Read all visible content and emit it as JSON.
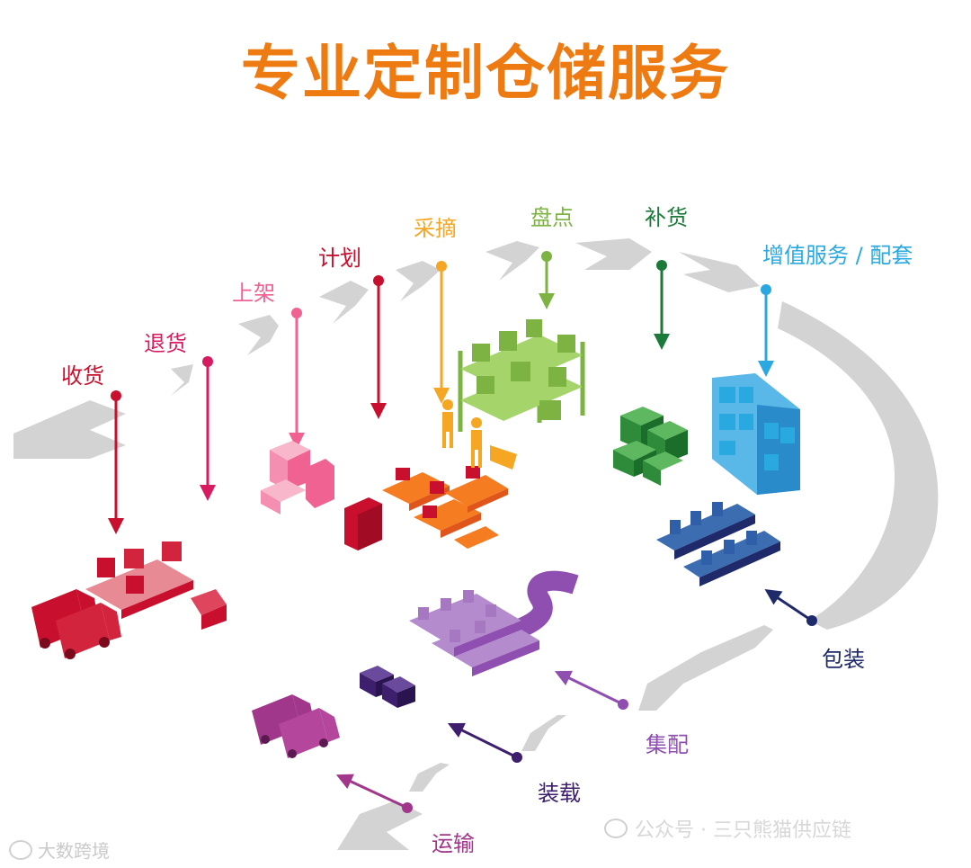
{
  "title": "专业定制仓储服务",
  "steps": [
    {
      "id": "receiving",
      "label": "收货",
      "color": "#C8102E"
    },
    {
      "id": "returns",
      "label": "退货",
      "color": "#D81B60"
    },
    {
      "id": "putaway",
      "label": "上架",
      "color": "#F06292"
    },
    {
      "id": "planning",
      "label": "计划",
      "color": "#C8102E"
    },
    {
      "id": "picking",
      "label": "采摘",
      "color": "#F5A623"
    },
    {
      "id": "inventory",
      "label": "盘点",
      "color": "#7CB342"
    },
    {
      "id": "replenishment",
      "label": "补货",
      "color": "#1B7A3A"
    },
    {
      "id": "value-added",
      "label": "增值服务 / 配套",
      "color": "#2AA9E0"
    },
    {
      "id": "packing",
      "label": "包装",
      "color": "#1F2A6B"
    },
    {
      "id": "consolidation",
      "label": "集配",
      "color": "#8E4FB0"
    },
    {
      "id": "loading",
      "label": "装载",
      "color": "#3D1F6E"
    },
    {
      "id": "transport",
      "label": "运输",
      "color": "#A0378A"
    }
  ],
  "watermarks": {
    "left": "大数跨境",
    "right": "公众号 · 三只熊猫供应链"
  },
  "colors": {
    "flow_arrow": "#D3D3D3",
    "title": "#EE7A12"
  }
}
